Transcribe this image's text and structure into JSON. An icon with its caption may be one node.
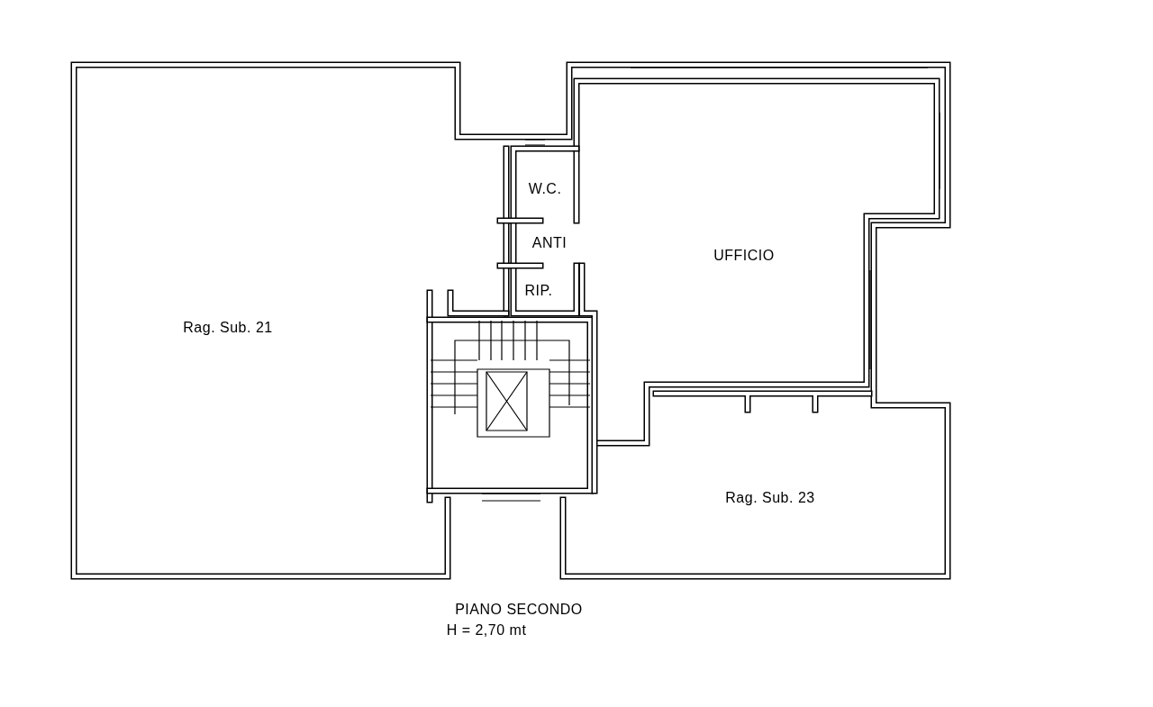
{
  "diagram": {
    "title": "PIANO SECONDO",
    "labels": [
      "W.C.",
      "ANTI",
      "UFFICIO",
      "RIP.",
      "Rag. Sub. 21",
      "Rag. Sub. 23",
      "H = 2,70 mt"
    ]
  }
}
